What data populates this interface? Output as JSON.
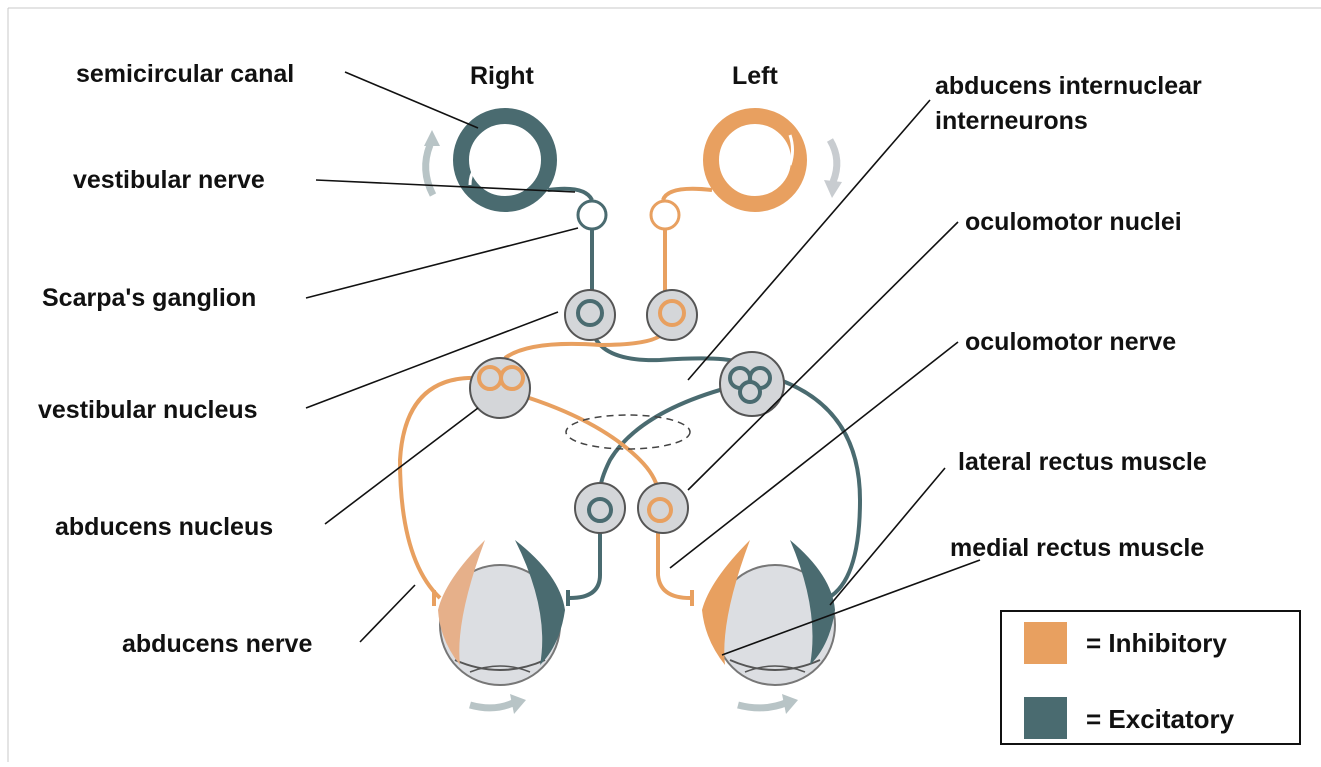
{
  "colors": {
    "inhibitory": "#e8a060",
    "excitatory": "#4a6b70",
    "nucleus_fill": "#d4d6d9",
    "eye_fill": "#dcdee2"
  },
  "headers": {
    "right": "Right",
    "left": "Left"
  },
  "labels": {
    "semicircular_canal": "semicircular canal",
    "vestibular_nerve": "vestibular nerve",
    "scarpas_ganglion": "Scarpa's ganglion",
    "vestibular_nucleus": "vestibular nucleus",
    "abducens_nucleus": "abducens nucleus",
    "abducens_nerve": "abducens nerve",
    "abducens_internuclear_line1": "abducens internuclear",
    "abducens_internuclear_line2": "interneurons",
    "oculomotor_nuclei": "oculomotor nuclei",
    "oculomotor_nerve": "oculomotor nerve",
    "lateral_rectus": "lateral rectus muscle",
    "medial_rectus": "medial rectus muscle"
  },
  "legend": {
    "inhibitory": "= Inhibitory",
    "excitatory": "= Excitatory"
  }
}
